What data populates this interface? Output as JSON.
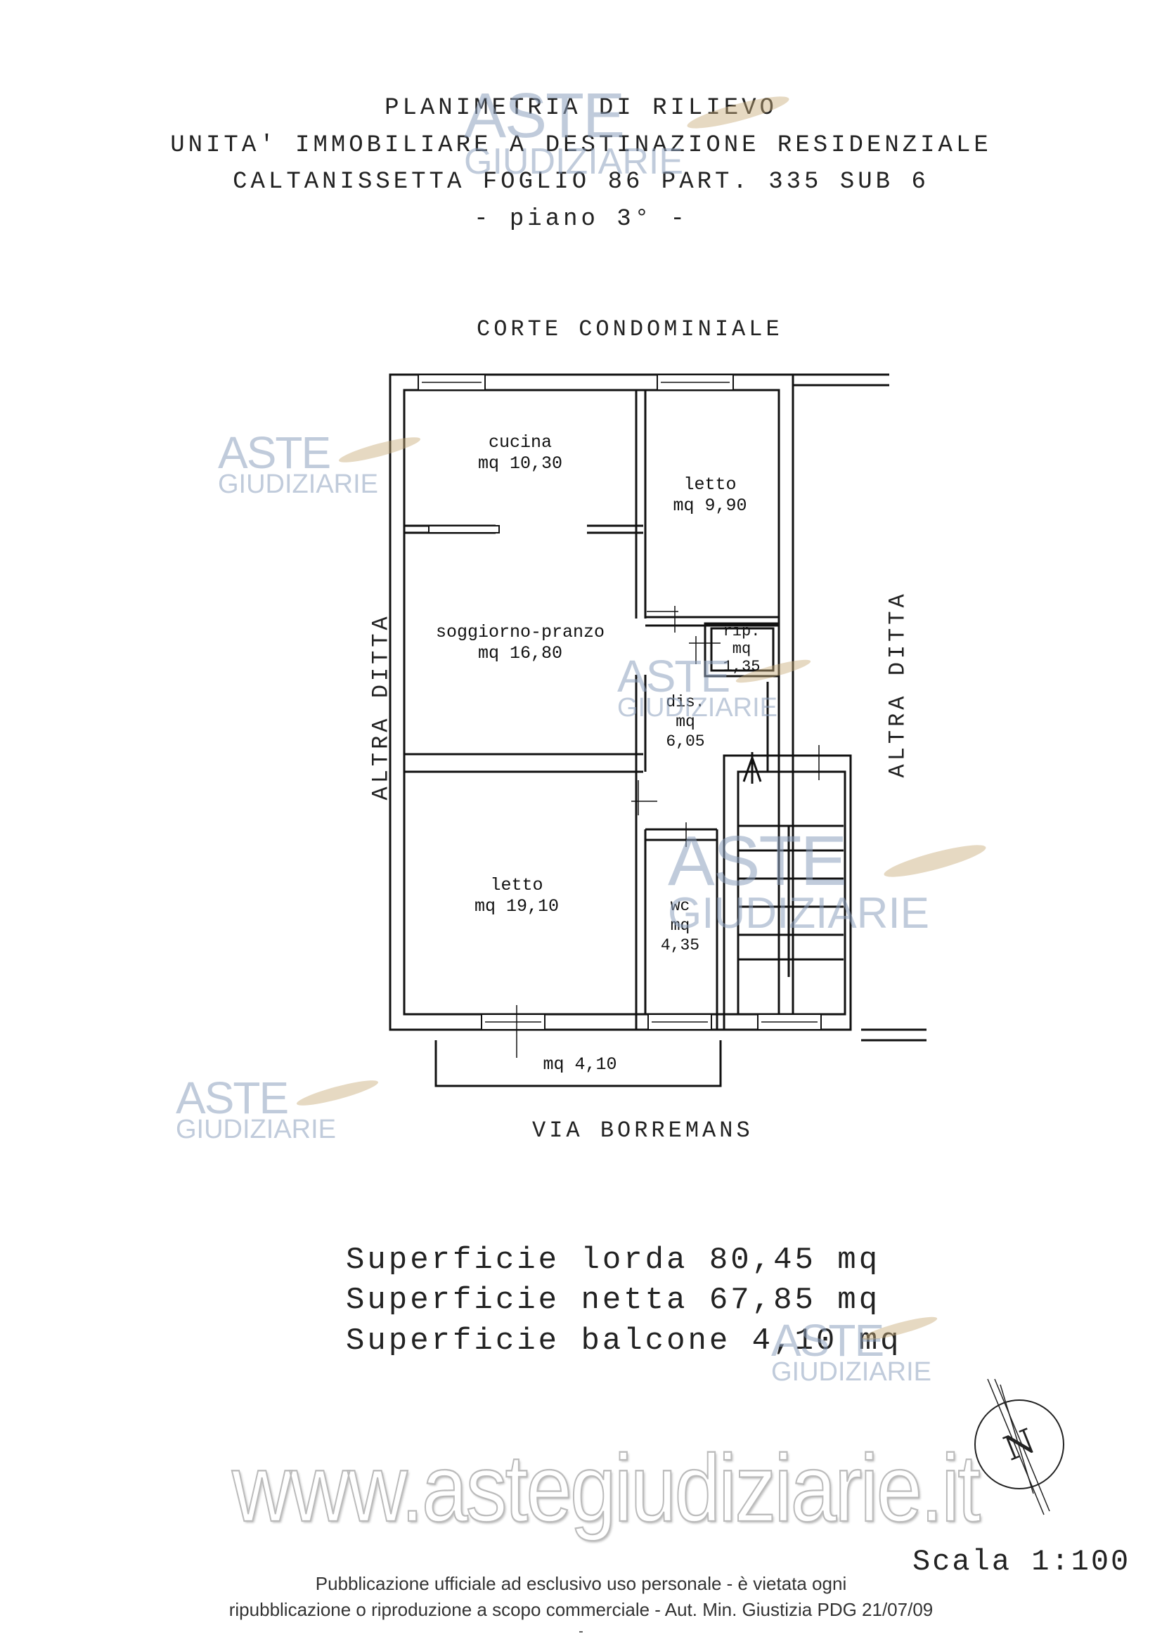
{
  "title": {
    "line1": "PLANIMETRIA DI RILIEVO",
    "line2": "UNITA' IMMOBILIARE A DESTINAZIONE RESIDENZIALE",
    "line3": "CALTANISSETTA FOGLIO 86 PART. 335 SUB 6",
    "line4": "- piano 3° -"
  },
  "surroundings": {
    "top": "CORTE CONDOMINIALE",
    "left": "ALTRA DITTA",
    "right": "ALTRA DITTA",
    "bottom": "VIA BORREMANS"
  },
  "rooms": [
    {
      "name": "cucina",
      "area": "mq 10,30"
    },
    {
      "name": "letto",
      "area": "mq 9,90"
    },
    {
      "name": "soggiorno-pranzo",
      "area": "mq 16,80"
    },
    {
      "name": "rip.",
      "area_label": "mq",
      "area_value": "1,35"
    },
    {
      "name": "dis.",
      "area_label": "mq",
      "area_value": "6,05"
    },
    {
      "name": "letto",
      "area": "mq 19,10"
    },
    {
      "name": "wc",
      "area_label": "mq",
      "area_value": "4,35"
    }
  ],
  "balcony": {
    "area": "mq 4,10"
  },
  "summary": {
    "lorda": "Superficie lorda 80,45 mq",
    "netta": "Superficie netta 67,85 mq",
    "balcone": "Superficie balcone 4,10 mq"
  },
  "compass": {
    "letter": "N"
  },
  "scale": "Scala 1:100",
  "watermark": {
    "brand_top": "ASTE",
    "brand_bottom": "GIUDIZIARIE",
    "site": "www.astegiudiziarie.it"
  },
  "footer": {
    "line1": "Pubblicazione ufficiale ad esclusivo uso personale - è vietata ogni",
    "line2": "ripubblicazione o riproduzione a scopo commerciale - Aut. Min. Giustizia PDG 21/07/09",
    "line3": "-"
  }
}
